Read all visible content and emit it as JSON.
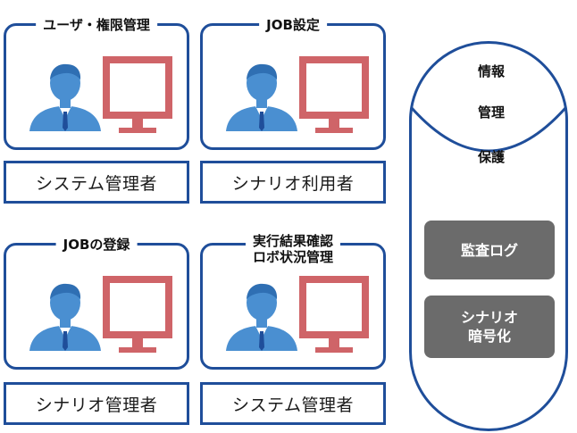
{
  "panels": [
    {
      "title_lines": [
        "ユーザ・権限管理"
      ],
      "role": "システム管理者"
    },
    {
      "title_lines": [
        "JOB設定"
      ],
      "role": "シナリオ利用者"
    },
    {
      "title_lines": [
        "JOBの登録"
      ],
      "role": "シナリオ管理者"
    },
    {
      "title_lines": [
        "実行結果確認",
        "ロボ状況管理"
      ],
      "role": "システム管理者"
    }
  ],
  "info_protection": {
    "label_lines": [
      "情報",
      "管理",
      "保護"
    ],
    "items": [
      {
        "lines": [
          "監査ログ"
        ]
      },
      {
        "lines": [
          "シナリオ",
          "暗号化"
        ]
      }
    ]
  },
  "colors": {
    "border": "#1f4e9a",
    "person": "#4a8fd1",
    "monitor": "#cf6468",
    "gray_button": "#6b6b6b"
  },
  "icons": [
    "person-icon",
    "monitor-icon"
  ]
}
